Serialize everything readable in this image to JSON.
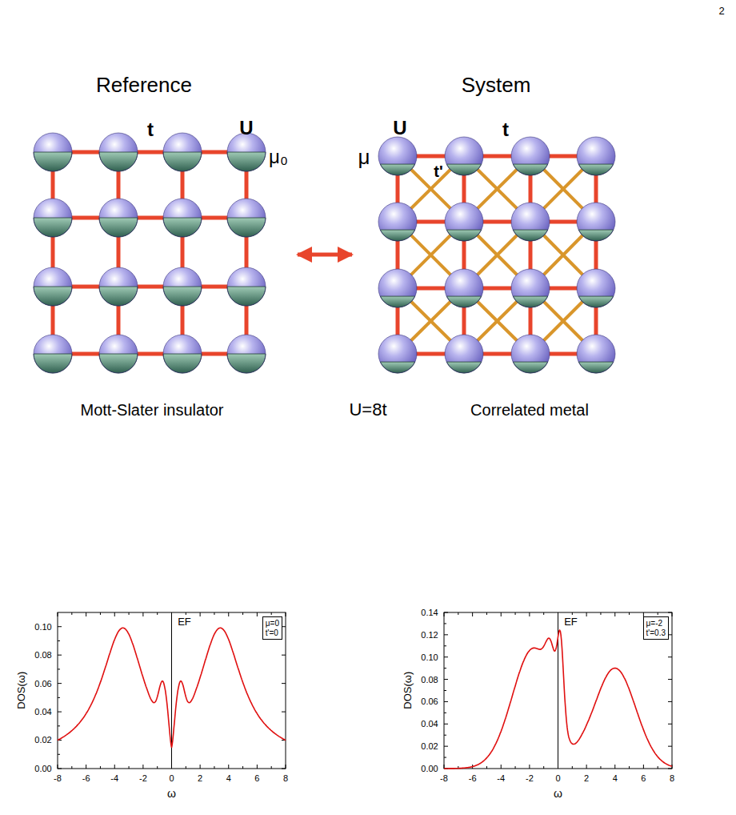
{
  "diagram": {
    "nodes": [
      {
        "text": [
          "μ=0",
          "t'=0"
        ]
      },
      {
        "text": [
          "μ=-2",
          "t'=0.3"
        ]
      }
    ],
    "edges": [],
    "labels": [
      "2",
      "Reference",
      "t",
      "U",
      "μ₀",
      "System",
      "U",
      "t",
      "μ",
      "t'",
      "Mott-Slater insulator",
      "U=8t",
      "Correlated metal",
      "0.00",
      "0.02",
      "0.04",
      "0.06",
      "0.08",
      "0.10",
      "-8",
      "-6",
      "-4",
      "-2",
      "0",
      "2",
      "4",
      "6",
      "8",
      "DOS(ω)",
      "ω",
      "EF",
      "0.00",
      "0.02",
      "0.04",
      "0.06",
      "0.08",
      "0.10",
      "0.12",
      "0.14",
      "-8",
      "-6",
      "-4",
      "-2",
      "0",
      "2",
      "4",
      "6",
      "8",
      "DOS(ω)",
      "ω",
      "EF"
    ]
  }
}
